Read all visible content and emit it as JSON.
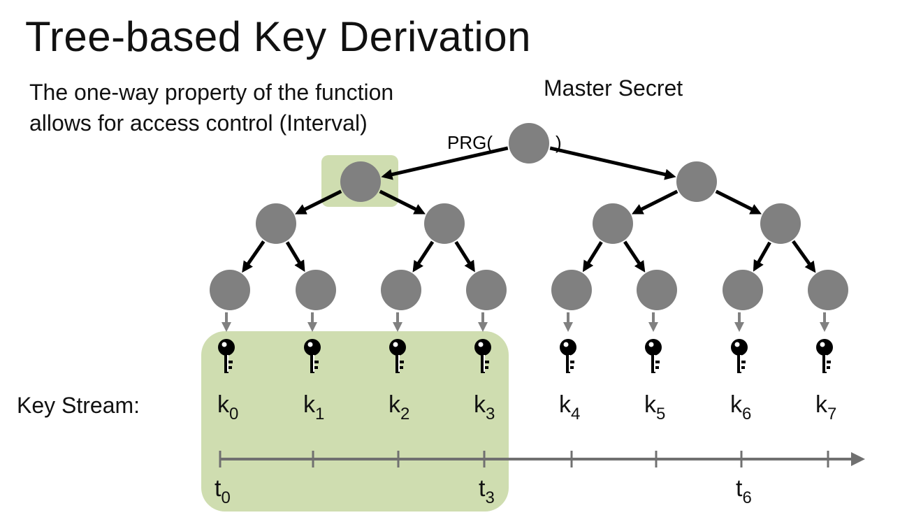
{
  "title": "Tree-based Key Derivation",
  "subtitle": {
    "line1": "The one-way property of the function",
    "line2": "allows for access control (Interval)"
  },
  "root_label": "Master Secret",
  "prg": {
    "open": "PRG(",
    "close": ")"
  },
  "stream_label": "Key Stream:",
  "keys": [
    {
      "base": "k",
      "sub": "0"
    },
    {
      "base": "k",
      "sub": "1"
    },
    {
      "base": "k",
      "sub": "2"
    },
    {
      "base": "k",
      "sub": "3"
    },
    {
      "base": "k",
      "sub": "4"
    },
    {
      "base": "k",
      "sub": "5"
    },
    {
      "base": "k",
      "sub": "6"
    },
    {
      "base": "k",
      "sub": "7"
    }
  ],
  "time_labels": [
    {
      "index": 0,
      "base": "t",
      "sub": "0"
    },
    {
      "index": 3,
      "base": "t",
      "sub": "3"
    },
    {
      "index": 6,
      "base": "t",
      "sub": "6"
    }
  ],
  "colors": {
    "node": "#808080",
    "highlight": "#cfddb0",
    "arrow": "#000000",
    "small_arrow": "#808080",
    "timeline": "#707070",
    "key_icon": "#000000"
  },
  "icons": {
    "leaf_key": "key-icon"
  }
}
